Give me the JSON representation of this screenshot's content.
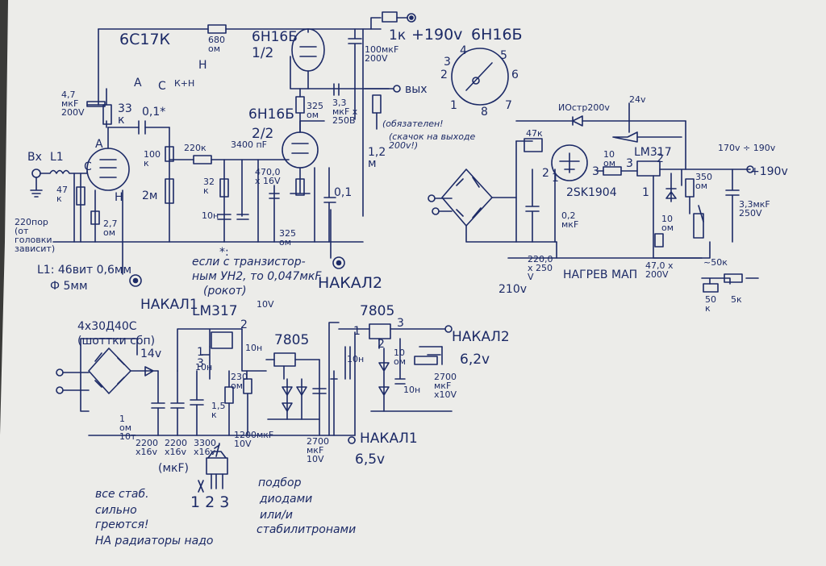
{
  "colors": {
    "paper": "#ecece9",
    "ink": "#1c2a66",
    "background": "#3a3a38"
  },
  "preamp": {
    "tube_type": "6С17К",
    "pinout_labels": {
      "a": "А",
      "c": "С",
      "kh": "К+Н",
      "h": "Н"
    },
    "r680": "680 ом",
    "tube2": "6Н16Б",
    "tube2_half": "1/2",
    "c_supply": "100мкF 200V",
    "r1k": "1к",
    "supply": "+190v",
    "cap47": "4,7 мкF 200V",
    "r33": "33 к",
    "c01": "0,1*",
    "r100": "100 к",
    "r2m": "2м",
    "r220": "220к",
    "c3400": "3400 пF",
    "r32": "32 к",
    "c10n": "10н",
    "c470": "470,0 х 16V",
    "r325a": "325 ом",
    "r325b": "325 ом",
    "c33": "3,3 мкF х 250В",
    "r12": "1,2 м",
    "c01b": "0,1",
    "out": "вых",
    "opt": "(обязателен!",
    "opt2": "(скачок на выходе 200v!)",
    "tube3": "6Н16Б",
    "tube3_half": "2/2",
    "input": "Вх",
    "l1": "L1",
    "r47": "47 к",
    "r220p": "220пор (от головки зависит)",
    "r27": "2,7 ом",
    "l1_spec": "L1: 46вит 0,6мм",
    "l1_dia": "Ф 5мм",
    "note_star": "*:",
    "note_text1": "если с транзистор-",
    "note_text2": "ным УН2, то 0,047мкF",
    "note_text3": "(рокот)",
    "heater1": "НАКАЛ1",
    "heater2": "НАКАЛ2",
    "pin_letters": {
      "a": "А",
      "c": "С",
      "h": "Н"
    }
  },
  "pinout": {
    "title": "6Н16Б",
    "pins": [
      "1",
      "2",
      "3",
      "4",
      "5",
      "6",
      "7",
      "8"
    ]
  },
  "psu_hv": {
    "d_label": "ИОстр200v",
    "v24": "24v",
    "r47k": "47к",
    "lm317": "LM317",
    "r10": "10 ом",
    "fet": "2SK1904",
    "c02": "0,2 мкF",
    "c220": "220,0 х 250 V",
    "v210": "210v",
    "v170": "170v ÷ 190v",
    "plus190": "+190v",
    "r350": "350 ом",
    "r10om": "10 ом",
    "c33": "3,3мкF 250V",
    "c47": "47,0 х 200V",
    "pot": "~50к",
    "pot_a": "50 к",
    "pot_b": "5к",
    "heat": "НАГРЕВ МАП",
    "pins": {
      "p1": "1",
      "p2": "2",
      "p3": "3",
      "p3b": "3",
      "p1b": "1",
      "p2b": "2"
    }
  },
  "psu_lv": {
    "diodes": "4х30Д40С",
    "diodes2": "(шоттки сбп)",
    "v14": "14v",
    "r1": "1 ом 10т",
    "lm317": "LM317",
    "v10": "10V",
    "r230": "230 ом",
    "r15": "1,5 к",
    "c10n": "10н",
    "c10n2": "10н",
    "vr7805": "7805",
    "vr7805b": "7805",
    "c2200a": "2200 х16v",
    "c2200b": "2200 х16v",
    "c3300": "3300 х16v",
    "mkf": "(мкF)",
    "c1200": "1200мкF 10V",
    "c2700a": "2700 мкF 10V",
    "heater1": "НАКАЛ1",
    "v65": "6,5v",
    "heater2": "НАКАЛ2",
    "v62": "6,2v",
    "c2700b": "2700 мкF х10V",
    "c10n3": "10н",
    "c10n4": "10н",
    "r10b": "10 ом",
    "pins": {
      "p1": "1",
      "p2": "2",
      "p3": "3",
      "p4": "1",
      "p5": "2",
      "p6": "3"
    },
    "pkg_pins": "1 2 3",
    "note1": "все стаб.",
    "note2": "сильно",
    "note3": "греются!",
    "note4": "НА радиаторы надо",
    "sel1": "подбор",
    "sel2": "диодами",
    "sel3": "или/и",
    "sel4": "стабилитронами"
  }
}
